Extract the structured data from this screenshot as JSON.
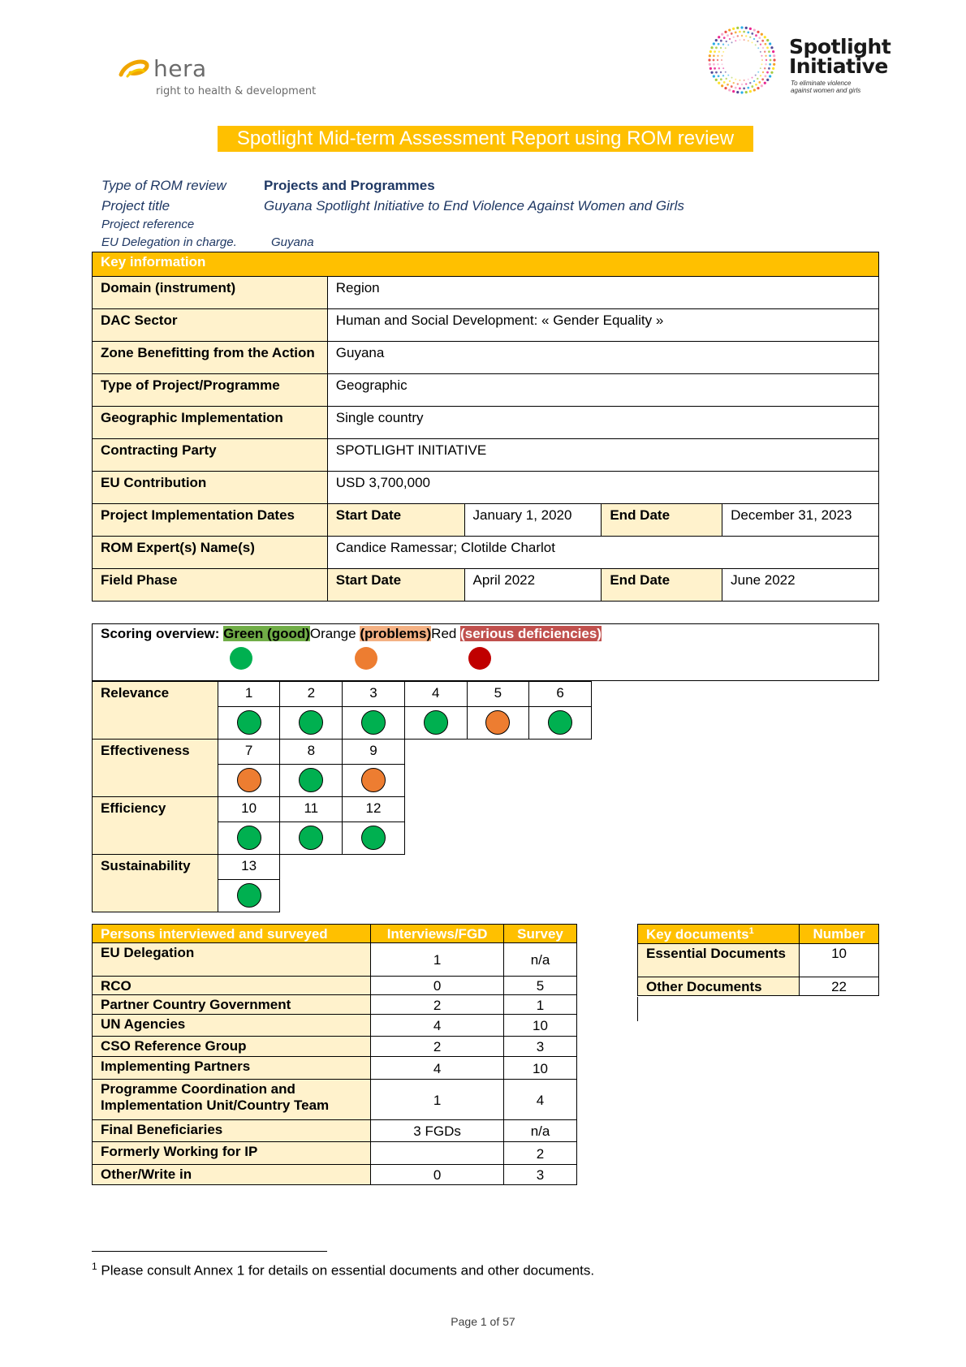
{
  "header": {
    "hera_name": "hera",
    "hera_tagline": "right to health & development",
    "spotlight_name_line1": "Spotlight",
    "spotlight_name_line2": "Initiative",
    "spotlight_tag_line1": "To eliminate violence",
    "spotlight_tag_line2": "against women and girls",
    "accent_color": "#ffc000"
  },
  "title": "Spotlight Mid-term Assessment Report using ROM review",
  "intro": {
    "type_label": "Type of ROM review",
    "type_value": "Projects and Programmes",
    "project_title_label": "Project title",
    "project_title_value": "Guyana Spotlight Initiative to End Violence Against Women and Girls",
    "project_reference_label": "Project reference",
    "eu_delegation_label": "EU Delegation in charge.",
    "eu_delegation_value": "Guyana"
  },
  "key_info": {
    "header": "Key information",
    "rows": [
      {
        "label": "Domain (instrument)",
        "value": "Region"
      },
      {
        "label": "DAC Sector",
        "value": "Human and Social Development: « Gender Equality »"
      },
      {
        "label": "Zone Benefitting from the Action",
        "value": "Guyana"
      },
      {
        "label": "Type of Project/Programme",
        "value": "Geographic"
      },
      {
        "label": "Geographic Implementation",
        "value": "Single country"
      },
      {
        "label": "Contracting Party",
        "value": "SPOTLIGHT INITIATIVE"
      },
      {
        "label": "EU Contribution",
        "value": "USD 3,700,000"
      }
    ],
    "implementation_dates": {
      "label": "Project Implementation Dates",
      "start_label": "Start Date",
      "start_value": "January 1, 2020",
      "end_label": "End Date",
      "end_value": "December 31, 2023"
    },
    "experts": {
      "label": "ROM Expert(s) Name(s)",
      "value": "Candice Ramessar; Clotilde Charlot"
    },
    "field_phase": {
      "label": "Field Phase",
      "start_label": "Start Date",
      "start_value": "April 2022",
      "end_label": "End Date",
      "end_value": "June 2022"
    }
  },
  "scoring": {
    "overview_label": "Scoring overview:",
    "green_label": "Green (good)",
    "orange_word": "Orange",
    "orange_label": "(problems)",
    "red_word": "Red",
    "red_label": "(serious deficiencies)",
    "colors": {
      "green": "#00b050",
      "orange": "#ed7d31",
      "red": "#c00000"
    },
    "criteria": [
      {
        "name": "Relevance",
        "items": [
          {
            "n": "1",
            "score": "green"
          },
          {
            "n": "2",
            "score": "green"
          },
          {
            "n": "3",
            "score": "green"
          },
          {
            "n": "4",
            "score": "green"
          },
          {
            "n": "5",
            "score": "orange"
          },
          {
            "n": "6",
            "score": "green"
          }
        ]
      },
      {
        "name": "Effectiveness",
        "items": [
          {
            "n": "7",
            "score": "orange"
          },
          {
            "n": "8",
            "score": "green"
          },
          {
            "n": "9",
            "score": "orange"
          }
        ]
      },
      {
        "name": "Efficiency",
        "items": [
          {
            "n": "10",
            "score": "green"
          },
          {
            "n": "11",
            "score": "green"
          },
          {
            "n": "12",
            "score": "green"
          }
        ]
      },
      {
        "name": "Sustainability",
        "items": [
          {
            "n": "13",
            "score": "green"
          }
        ]
      }
    ]
  },
  "persons": {
    "headers": [
      "Persons interviewed and surveyed",
      "Interviews/FGD",
      "Survey"
    ],
    "rows": [
      {
        "name": "EU Delegation",
        "interviews": "1",
        "survey": "n/a"
      },
      {
        "name": "RCO",
        "interviews": "0",
        "survey": "5"
      },
      {
        "name": "Partner Country Government",
        "interviews": "2",
        "survey": "1"
      },
      {
        "name": "UN Agencies",
        "interviews": "4",
        "survey": "10"
      },
      {
        "name": "CSO Reference Group",
        "interviews": "2",
        "survey": "3"
      },
      {
        "name": "Implementing Partners",
        "interviews": "4",
        "survey": "10"
      },
      {
        "name": "Programme Coordination and Implementation Unit/Country Team",
        "interviews": "1",
        "survey": "4"
      },
      {
        "name": "Final Beneficiaries",
        "interviews": "3 FGDs",
        "survey": "n/a"
      },
      {
        "name": "Formerly Working for IP",
        "interviews": "",
        "survey": "2"
      },
      {
        "name": "Other/Write in",
        "interviews": "0",
        "survey": "3"
      }
    ]
  },
  "documents": {
    "header_label": "Key documents",
    "header_sup": "1",
    "header_number": "Number",
    "rows": [
      {
        "name": "Essential Documents",
        "number": "10"
      },
      {
        "name": "Other Documents",
        "number": "22"
      }
    ]
  },
  "footnote": {
    "marker": "1",
    "text": "Please consult Annex 1 for details on essential documents and other documents."
  },
  "page_number": "Page 1 of 57"
}
